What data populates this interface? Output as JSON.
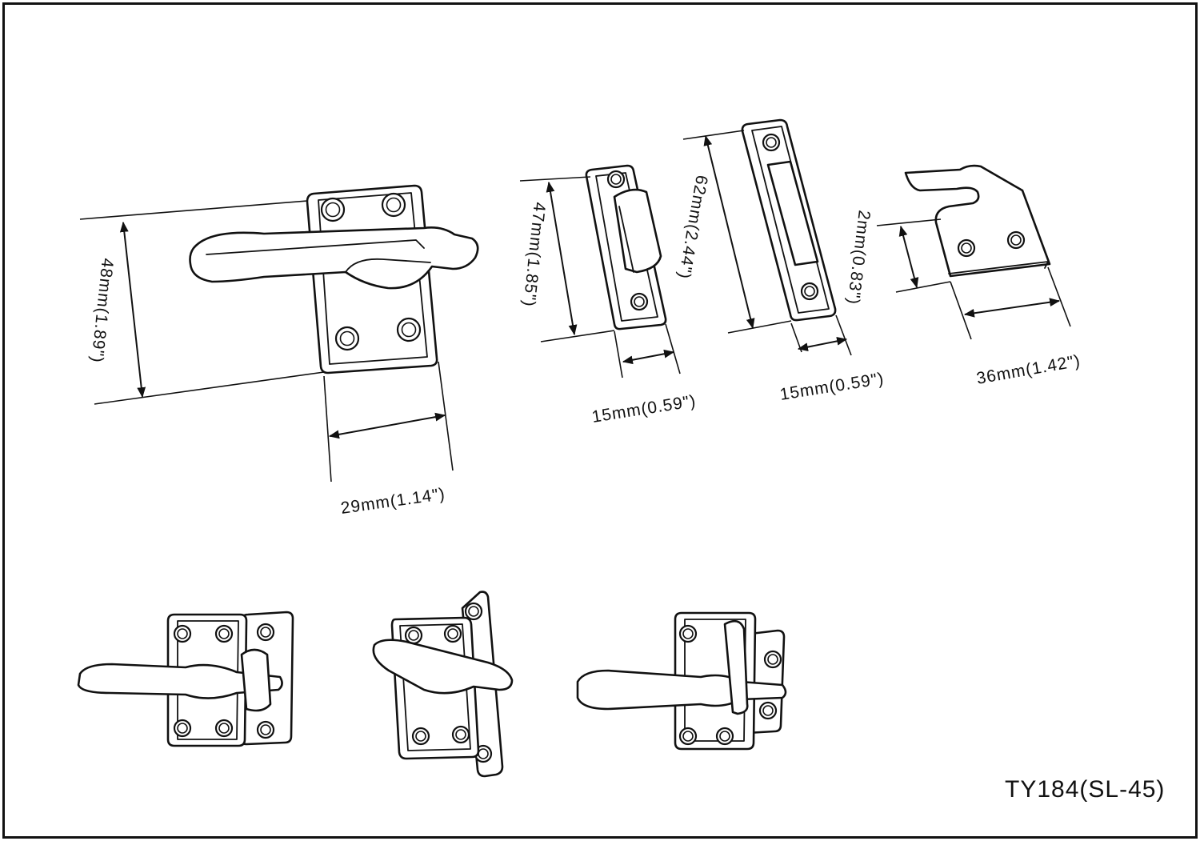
{
  "dimensions": {
    "latch_height": "48mm(1.89\")",
    "latch_width": "29mm(1.14\")",
    "keeper_height": "47mm(1.85\")",
    "keeper_width": "15mm(0.59\")",
    "strike_height": "62mm(2.44\")",
    "strike_width": "15mm(0.59\")",
    "hook_height": "2mm(0.83\")",
    "hook_width": "36mm(1.42\")"
  },
  "model_number": "TY184(SL-45)",
  "colors": {
    "line": "#111111",
    "background": "#ffffff"
  }
}
